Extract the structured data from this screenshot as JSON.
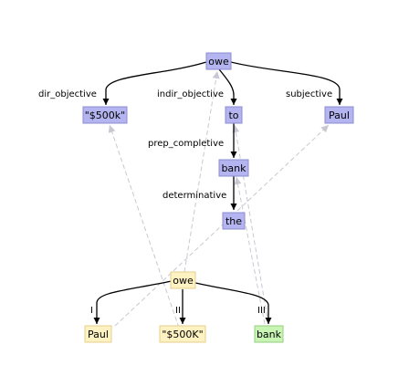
{
  "top_tree": {
    "nodes": {
      "owe": "owe",
      "dobj": "\"$500k\"",
      "to": "to",
      "paul": "Paul",
      "bank": "bank",
      "the": "the"
    },
    "edges": {
      "dir_objective": "dir_objective",
      "indir_objective": "indir_objective",
      "subjective": "subjective",
      "prep_completive": "prep_completive",
      "determinative": "determinative"
    }
  },
  "bottom_tree": {
    "nodes": {
      "owe": "owe",
      "paul": "Paul",
      "dobj": "\"$500K\"",
      "bank": "bank"
    },
    "edges": {
      "i": "I",
      "ii": "II",
      "iii": "III"
    }
  },
  "colors": {
    "top_node_fill": "#b4b4f0",
    "top_node_border": "#8c8cd2",
    "bottom_node_fill": "#fff2c2",
    "bottom_node_border": "#e6cf8c",
    "highlight_node_fill": "#c8f5b4",
    "highlight_node_border": "#96cd82",
    "edge": "#000000",
    "alignment_link": "#c8c8d2"
  }
}
